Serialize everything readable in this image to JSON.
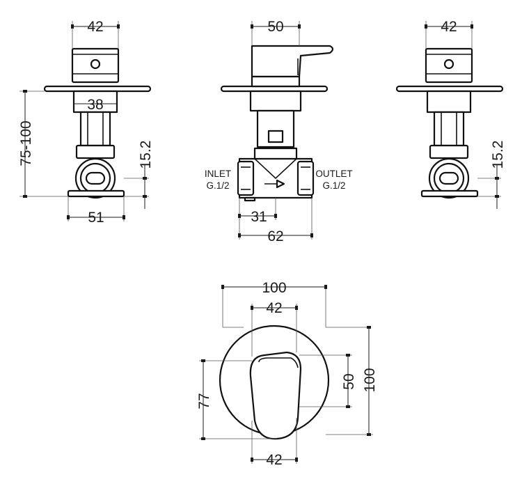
{
  "dimensions": {
    "left_top_width": "42",
    "left_body_width": "38",
    "left_height_range": "75-100",
    "left_bracket_height": "15.2",
    "left_base_width": "51",
    "center_top_width": "50",
    "center_inlet_offset": "31",
    "center_body_length": "62",
    "right_top_width": "42",
    "right_bracket_height": "15.2",
    "front_plate_width": "100",
    "front_handle_width_top": "42",
    "front_handle_height": "50",
    "front_plate_height": "100",
    "front_handle_offset": "77",
    "front_handle_width_bottom": "42"
  },
  "labels": {
    "inlet_title": "INLET",
    "inlet_thread": "G.1/2",
    "outlet_title": "OUTLET",
    "outlet_thread": "G.1/2"
  },
  "colors": {
    "line": "#111111",
    "background": "#ffffff"
  }
}
